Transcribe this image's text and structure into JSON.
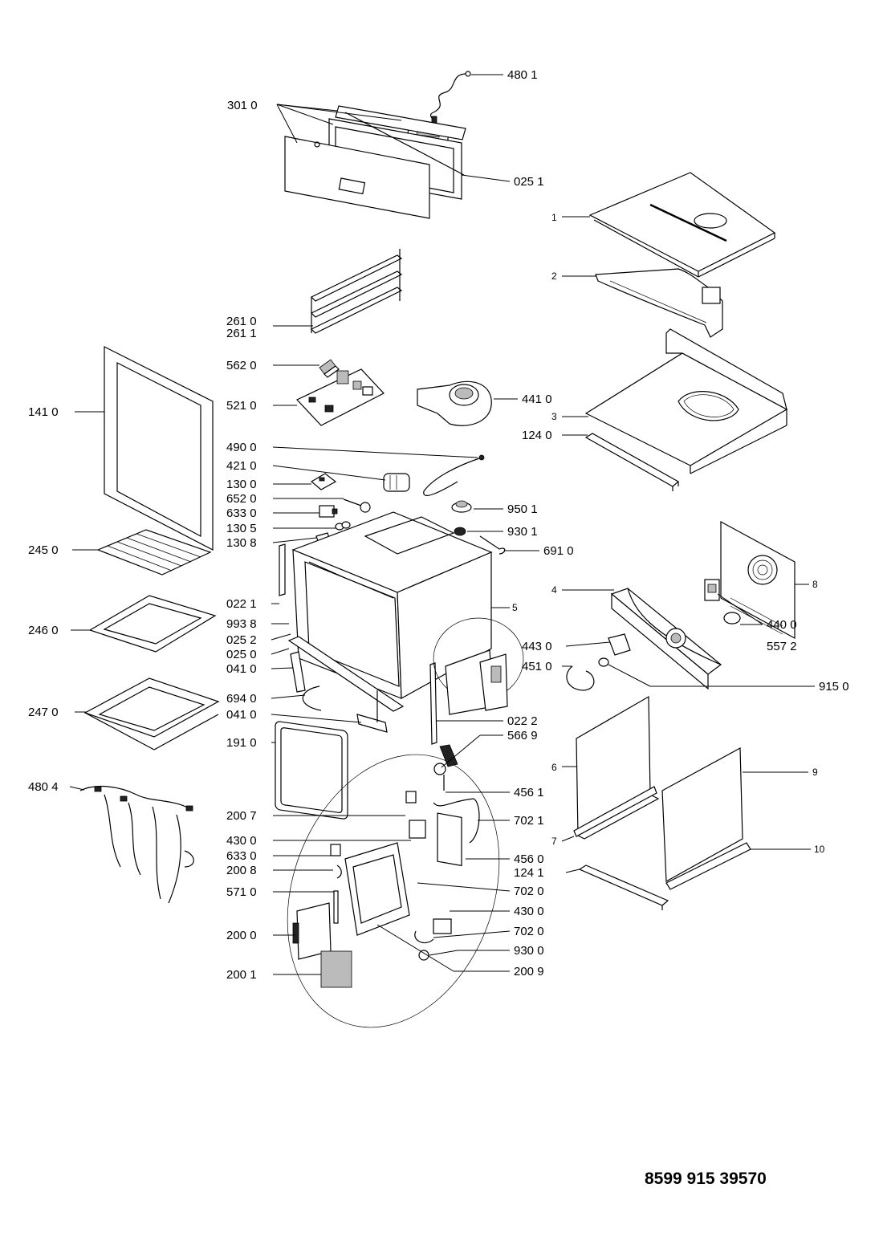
{
  "document_number": "8599 915 39570",
  "labels": {
    "l4801": "480 1",
    "l3010": "301 0",
    "l0251": "025 1",
    "l1": "1",
    "l2": "2",
    "l2610": "261 0",
    "l2611": "261 1",
    "l5620": "562 0",
    "l5210": "521 0",
    "l4410": "441 0",
    "l1410": "141 0",
    "l3": "3",
    "l1240": "124 0",
    "l4900": "490 0",
    "l4210": "421 0",
    "l1300": "130 0",
    "l6520": "652 0",
    "l6330a": "633 0",
    "l9501": "950 1",
    "l1305": "130 5",
    "l9301": "930 1",
    "l2450": "245 0",
    "l1308": "130 8",
    "l6910": "691 0",
    "l8": "8",
    "l4": "4",
    "l0221": "022 1",
    "l5": "5",
    "l2460": "246 0",
    "l9938": "993 8",
    "l4400": "440 0",
    "l0252": "025 2",
    "l4430": "443 0",
    "l5572": "557 2",
    "l0250": "025 0",
    "l0410a": "041 0",
    "l4510": "451 0",
    "l9150": "915 0",
    "l6940": "694 0",
    "l2470": "247 0",
    "l0410b": "041 0",
    "l0222": "022 2",
    "l1910": "191 0",
    "l5669": "566 9",
    "l6": "6",
    "l9": "9",
    "l4804": "480 4",
    "l4561": "456 1",
    "l2007": "200 7",
    "l7021": "702 1",
    "l4300a": "430 0",
    "l7": "7",
    "l10": "10",
    "l6330b": "633 0",
    "l4560": "456 0",
    "l2008": "200 8",
    "l1241": "124 1",
    "l5710": "571 0",
    "l7020a": "702 0",
    "l4300b": "430 0",
    "l2000": "200 0",
    "l7020b": "702 0",
    "l9300": "930 0",
    "l2001": "200 1",
    "l2009": "200 9"
  }
}
